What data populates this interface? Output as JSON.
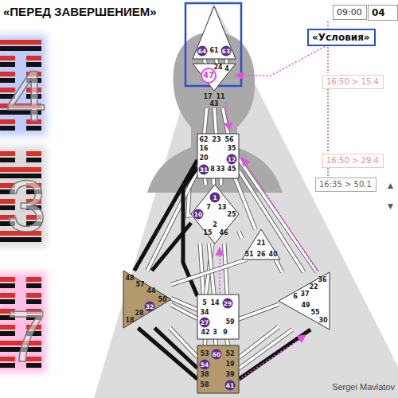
{
  "diagram": {
    "title": "«ПЕРЕД ЗАВЕРШЕНИЕМ»",
    "nodes": [
      {
        "text": [
          "64",
          "61",
          "63"
        ]
      },
      {
        "text": [
          "09:00"
        ]
      },
      {
        "text": [
          "04"
        ]
      },
      {
        "text": [
          "«Условия»"
        ]
      },
      {
        "text": [
          "47",
          "24",
          "4",
          "17",
          "11",
          "43"
        ]
      },
      {
        "text": [
          "16:50 > 15.4"
        ]
      },
      {
        "text": [
          "62",
          "23",
          "56",
          "16",
          "35",
          "20",
          "12",
          "31",
          "8",
          "33",
          "45"
        ]
      },
      {
        "text": [
          "16:50 > 29.4"
        ]
      },
      {
        "text": [
          "16:35 > 50.1"
        ]
      },
      {
        "text": [
          "1",
          "7",
          "13",
          "10",
          "25",
          "2",
          "15",
          "46"
        ]
      },
      {
        "text": [
          "21",
          "51",
          "26",
          "40"
        ]
      },
      {
        "text": [
          "48",
          "57",
          "44",
          "50",
          "32",
          "28",
          "18"
        ]
      },
      {
        "text": [
          "5",
          "14",
          "29",
          "34",
          "27",
          "59",
          "42",
          "3",
          "9"
        ]
      },
      {
        "text": [
          "36",
          "22",
          "37",
          "6",
          "49",
          "55",
          "30"
        ]
      },
      {
        "text": [
          "53",
          "60",
          "52",
          "54",
          "19",
          "38",
          "39",
          "58",
          "41"
        ]
      }
    ],
    "edges": [
      {
        "from": 0,
        "to": 4,
        "arrow": "none"
      },
      {
        "from": 0,
        "to": 4,
        "arrow": "none"
      },
      {
        "from": 0,
        "to": 4,
        "arrow": "none"
      },
      {
        "from": 4,
        "to": 6,
        "arrow": "none"
      },
      {
        "from": 4,
        "to": 6,
        "arrow": "none"
      },
      {
        "from": 4,
        "to": 6,
        "arrow": "none"
      },
      {
        "from": 6,
        "to": 9,
        "arrow": "none"
      },
      {
        "from": 6,
        "to": 9,
        "arrow": "none"
      },
      {
        "from": 6,
        "to": 9,
        "arrow": "none"
      },
      {
        "from": 6,
        "to": 9,
        "arrow": "none"
      },
      {
        "from": 6,
        "to": 11,
        "arrow": "none"
      },
      {
        "from": 6,
        "to": 11,
        "arrow": "none"
      },
      {
        "from": 6,
        "to": 12,
        "arrow": "none"
      },
      {
        "from": 6,
        "to": 10,
        "arrow": "none"
      },
      {
        "from": 6,
        "to": 13,
        "arrow": "none"
      },
      {
        "from": 6,
        "to": 13,
        "arrow": "none"
      },
      {
        "from": 9,
        "to": 10,
        "arrow": "none"
      },
      {
        "from": 9,
        "to": 11,
        "arrow": "none"
      },
      {
        "from": 9,
        "to": 12,
        "arrow": "none"
      },
      {
        "from": 9,
        "to": 12,
        "arrow": "none"
      },
      {
        "from": 9,
        "to": 12,
        "arrow": "none"
      },
      {
        "from": 9,
        "to": 12,
        "arrow": "none"
      },
      {
        "from": 10,
        "to": 11,
        "arrow": "none"
      },
      {
        "from": 10,
        "to": 13,
        "arrow": "none"
      },
      {
        "from": 11,
        "to": 12,
        "arrow": "none"
      },
      {
        "from": 11,
        "to": 12,
        "arrow": "none"
      },
      {
        "from": 12,
        "to": 13,
        "arrow": "none"
      },
      {
        "from": 12,
        "to": 14,
        "arrow": "none"
      },
      {
        "from": 12,
        "to": 14,
        "arrow": "none"
      },
      {
        "from": 12,
        "to": 14,
        "arrow": "none"
      },
      {
        "from": 11,
        "to": 14,
        "arrow": "none"
      },
      {
        "from": 11,
        "to": 14,
        "arrow": "none"
      },
      {
        "from": 11,
        "to": 14,
        "arrow": "none"
      },
      {
        "from": 13,
        "to": 14,
        "arrow": "none"
      },
      {
        "from": 13,
        "to": 14,
        "arrow": "none"
      },
      {
        "from": 13,
        "to": 14,
        "arrow": "none"
      },
      {
        "from": 3,
        "to": 4,
        "arrow": "to"
      }
    ],
    "labels": [
      "4",
      "3",
      "7",
      "▲",
      "▼",
      "Sergei Mavlatov"
    ]
  }
}
